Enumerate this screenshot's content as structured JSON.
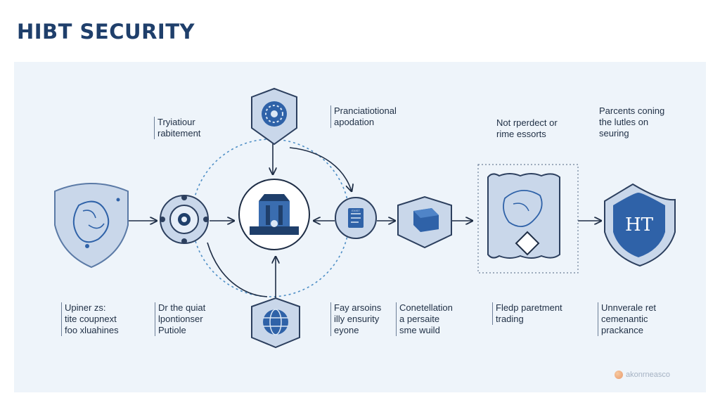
{
  "title": "HIBT SECURITY",
  "labels": {
    "top_1": [
      "Tryiatiour",
      "rabitement"
    ],
    "top_2": [
      "Pranciatiotional",
      "apodation"
    ],
    "top_3": [
      "Not rperdect or",
      "rime essorts"
    ],
    "top_4": [
      "Parcents coning",
      "the lutles on",
      "seuring"
    ],
    "bottom_1": [
      "Upiner zs:",
      "tite coupnext",
      "foo xluahines"
    ],
    "bottom_2": [
      "Dr the quiat",
      "lpontionser",
      "Putiole"
    ],
    "bottom_3": [
      "Fay arsoins",
      "illy ensurity",
      "eyone"
    ],
    "bottom_4": [
      "Conetellation",
      "a persaite",
      "sme wuild"
    ],
    "bottom_5": [
      "Fledp paretment",
      "trading"
    ],
    "bottom_6": [
      "Unnverale ret",
      "cemenantic",
      "prackance"
    ]
  },
  "node_labels": {
    "document_text": "EXIST",
    "shield_text": "HT"
  },
  "watermark": "akonrneasco",
  "colors": {
    "navy": "#1f3f6b",
    "blue": "#2f62a8",
    "light_fill": "#c9d7ea",
    "panel": "#eef4fa",
    "dotted": "#4f8fc6"
  }
}
